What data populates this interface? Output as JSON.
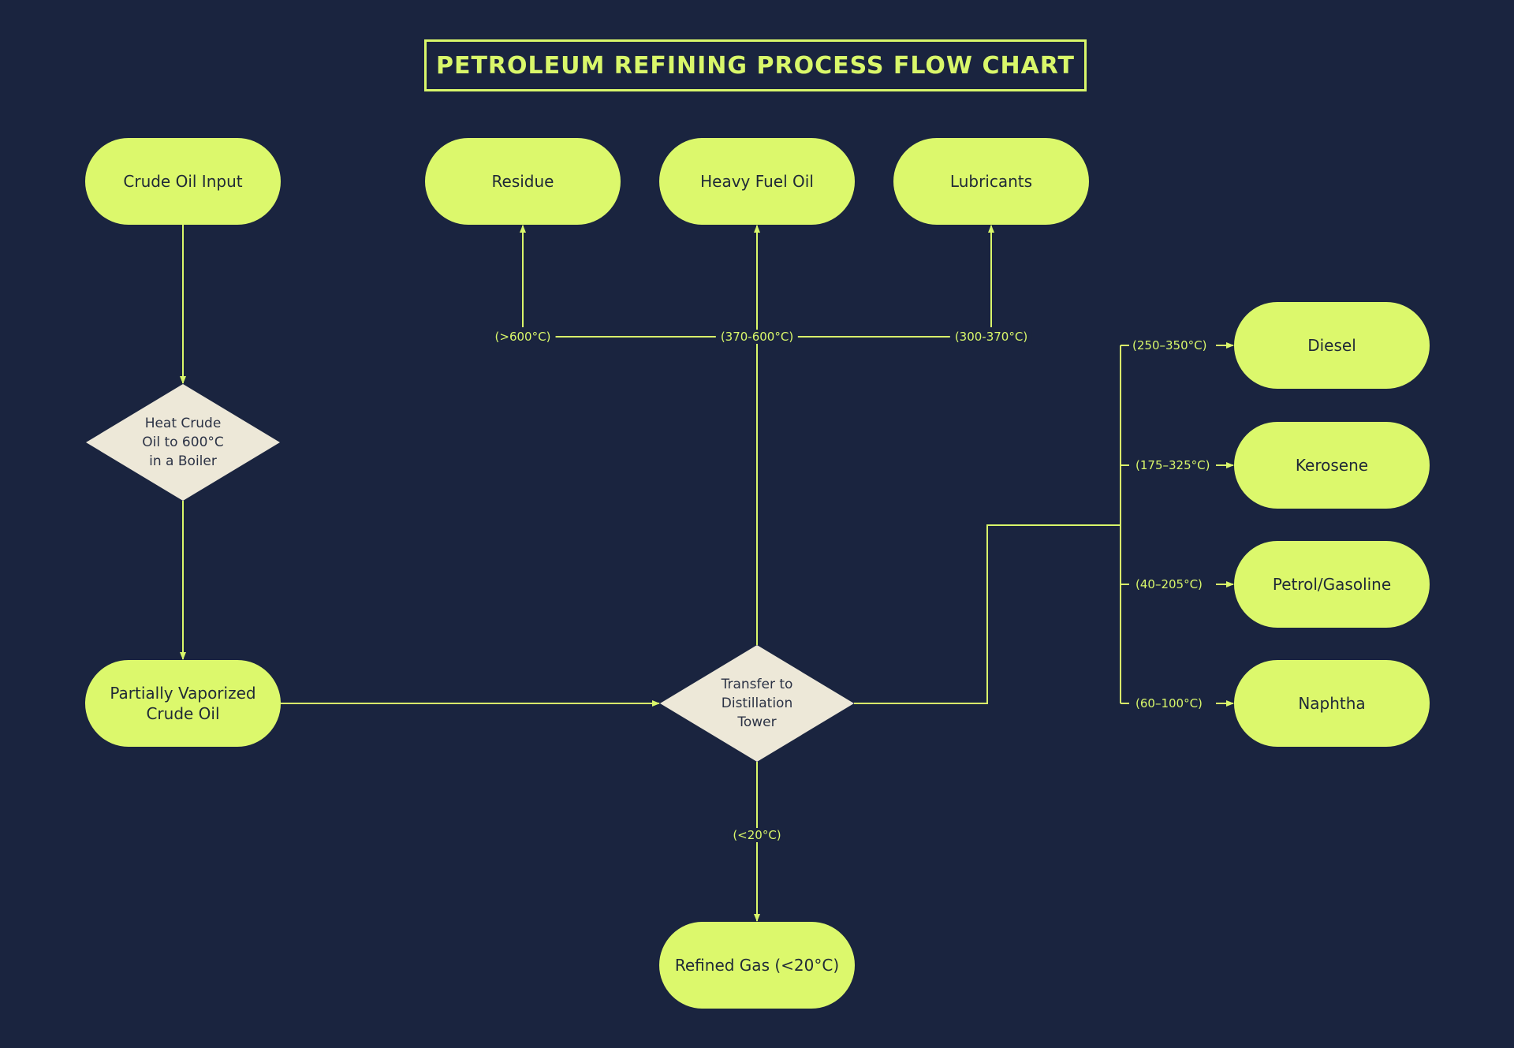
{
  "title": "PETROLEUM REFINING PROCESS FLOW CHART",
  "colors": {
    "background": "#1a243f",
    "accent": "#dcf86c",
    "decision_fill": "#ede8d8",
    "text_dark": "#1f2937"
  },
  "nodes": {
    "crude_oil_input": "Crude Oil Input",
    "heat_decision": "Heat Crude Oil to 600°C in a Boiler",
    "partially_vaporized": "Partially Vaporized Crude Oil",
    "transfer_decision": "Transfer to Distillation Tower",
    "residue": "Residue",
    "heavy_fuel_oil": "Heavy Fuel Oil",
    "lubricants": "Lubricants",
    "diesel": "Diesel",
    "kerosene": "Kerosene",
    "petrol": "Petrol/Gasoline",
    "naphtha": "Naphtha",
    "refined_gas": "Refined Gas (<20°C)"
  },
  "edge_labels": {
    "residue": "(>600°C)",
    "heavy_fuel_oil": "(370-600°C)",
    "lubricants": "(300-370°C)",
    "diesel": "(250–350°C)",
    "kerosene": "(175–325°C)",
    "petrol": "(40–205°C)",
    "naphtha": "(60–100°C)",
    "refined_gas": "(<20°C)"
  }
}
